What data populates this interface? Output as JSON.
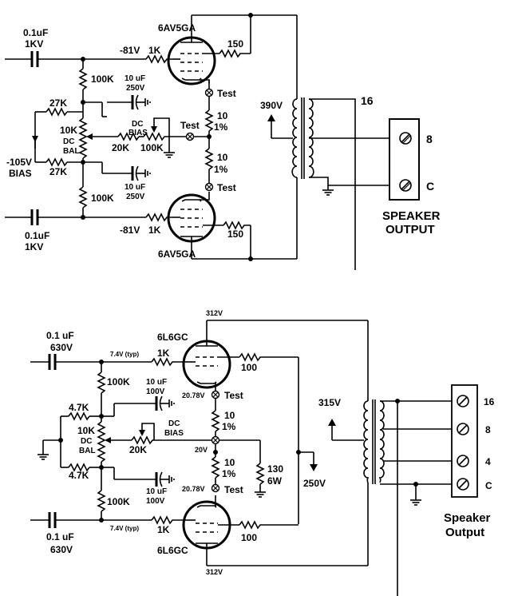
{
  "top": {
    "in_cap_1": "0.1uF",
    "in_cap_1_v": "1KV",
    "in_cap_2": "0.1uF",
    "in_cap_2_v": "1KV",
    "grid_v_1": "-81V",
    "grid_v_2": "-81V",
    "grid_r_1": "1K",
    "grid_r_2": "1K",
    "tube_1": "6AV5GA",
    "tube_2": "6AV5GA",
    "screen_r_1": "150",
    "screen_r_2": "150",
    "grid_leak_1": "100K",
    "grid_leak_2": "100K",
    "cap_bypass_1": "10 uF",
    "cap_bypass_1_v": "250V",
    "cap_bypass_2": "10 uF",
    "cap_bypass_2_v": "250V",
    "bal_r_1": "27K",
    "bal_r_2": "27K",
    "bal_pot": "10K",
    "bal_pot_l1": "DC",
    "bal_pot_l2": "BAL",
    "bias_pot": "100K",
    "bias_r": "20K",
    "dc_bias_l1": "DC",
    "dc_bias_l2": "BIAS",
    "bias_supply": "-105V",
    "bias_supply_l": "BIAS",
    "test_1": "Test",
    "test_2": "Test",
    "test_3": "Test",
    "cath_r_1": "10",
    "cath_r_1_tol": "1%",
    "cath_r_2": "10",
    "cath_r_2_tol": "1%",
    "b_plus": "390V",
    "tap_16": "16",
    "tap_8": "8",
    "tap_c": "C",
    "speaker_l1": "SPEAKER",
    "speaker_l2": "OUTPUT"
  },
  "bottom": {
    "in_cap_1": "0.1 uF",
    "in_cap_1_v": "630V",
    "in_cap_2": "0.1 uF",
    "in_cap_2_v": "630V",
    "grid_v_1": "7.4V (typ)",
    "grid_v_2": "7.4V (typ)",
    "grid_r_1": "1K",
    "grid_r_2": "1K",
    "tube_1": "6L6GC",
    "tube_2": "6L6GC",
    "plate_v_1": "312V",
    "plate_v_2": "312V",
    "screen_r_1": "100",
    "screen_r_2": "100",
    "grid_leak_1": "100K",
    "grid_leak_2": "100K",
    "cap_bypass_1": "10 uF",
    "cap_bypass_1_v": "100V",
    "cap_bypass_2": "10 uF",
    "cap_bypass_2_v": "100V",
    "bal_r_1": "4.7K",
    "bal_r_2": "4.7K",
    "bal_pot": "10K",
    "bal_pot_l1": "DC",
    "bal_pot_l2": "BAL",
    "bias_r": "20K",
    "dc_bias_l1": "DC",
    "dc_bias_l2": "BIAS",
    "cath_v_1": "20.78V",
    "cath_v_2": "20.78V",
    "test_1": "Test",
    "test_2": "Test",
    "node_v": "20V",
    "cath_r_1": "10",
    "cath_r_1_tol": "1%",
    "cath_r_2": "10",
    "cath_r_2_tol": "1%",
    "cath_shunt_r": "130",
    "cath_shunt_w": "6W",
    "screen_supply": "250V",
    "b_plus": "315V",
    "tap_16": "16",
    "tap_8": "8",
    "tap_4": "4",
    "tap_c": "C",
    "speaker_l1": "Speaker",
    "speaker_l2": "Output"
  }
}
